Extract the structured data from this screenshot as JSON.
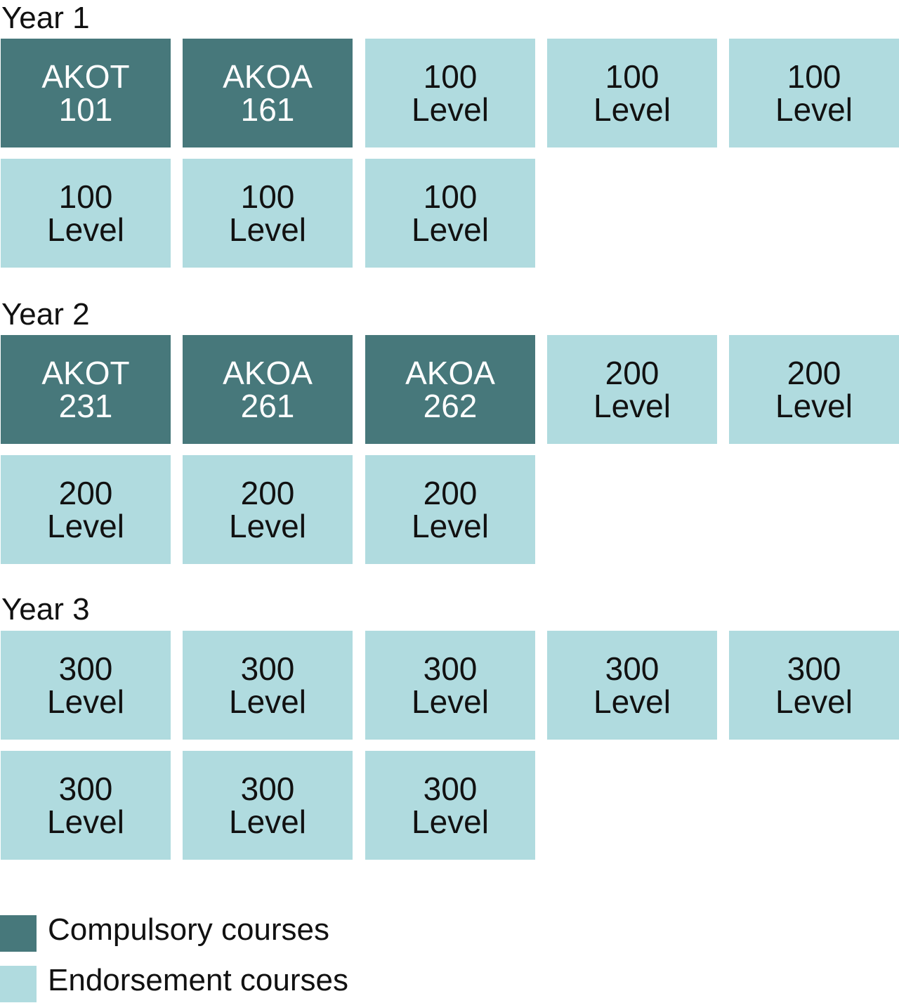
{
  "colors": {
    "compulsory": "#47787b",
    "endorsement": "#b0dbdf"
  },
  "years": [
    {
      "label": "Year 1",
      "tiles": [
        {
          "line1": "AKOT",
          "line2": "101",
          "kind": "compulsory"
        },
        {
          "line1": "AKOA",
          "line2": "161",
          "kind": "compulsory"
        },
        {
          "line1": "100",
          "line2": "Level",
          "kind": "endorsement"
        },
        {
          "line1": "100",
          "line2": "Level",
          "kind": "endorsement"
        },
        {
          "line1": "100",
          "line2": "Level",
          "kind": "endorsement"
        },
        {
          "line1": "100",
          "line2": "Level",
          "kind": "endorsement"
        },
        {
          "line1": "100",
          "line2": "Level",
          "kind": "endorsement"
        },
        {
          "line1": "100",
          "line2": "Level",
          "kind": "endorsement"
        }
      ]
    },
    {
      "label": "Year 2",
      "tiles": [
        {
          "line1": "AKOT",
          "line2": "231",
          "kind": "compulsory"
        },
        {
          "line1": "AKOA",
          "line2": "261",
          "kind": "compulsory"
        },
        {
          "line1": "AKOA",
          "line2": "262",
          "kind": "compulsory"
        },
        {
          "line1": "200",
          "line2": "Level",
          "kind": "endorsement"
        },
        {
          "line1": "200",
          "line2": "Level",
          "kind": "endorsement"
        },
        {
          "line1": "200",
          "line2": "Level",
          "kind": "endorsement"
        },
        {
          "line1": "200",
          "line2": "Level",
          "kind": "endorsement"
        },
        {
          "line1": "200",
          "line2": "Level",
          "kind": "endorsement"
        }
      ]
    },
    {
      "label": "Year 3",
      "tiles": [
        {
          "line1": "300",
          "line2": "Level",
          "kind": "endorsement"
        },
        {
          "line1": "300",
          "line2": "Level",
          "kind": "endorsement"
        },
        {
          "line1": "300",
          "line2": "Level",
          "kind": "endorsement"
        },
        {
          "line1": "300",
          "line2": "Level",
          "kind": "endorsement"
        },
        {
          "line1": "300",
          "line2": "Level",
          "kind": "endorsement"
        },
        {
          "line1": "300",
          "line2": "Level",
          "kind": "endorsement"
        },
        {
          "line1": "300",
          "line2": "Level",
          "kind": "endorsement"
        },
        {
          "line1": "300",
          "line2": "Level",
          "kind": "endorsement"
        }
      ]
    }
  ],
  "legend": {
    "compulsory_label": "Compulsory courses",
    "endorsement_label": "Endorsement courses"
  }
}
